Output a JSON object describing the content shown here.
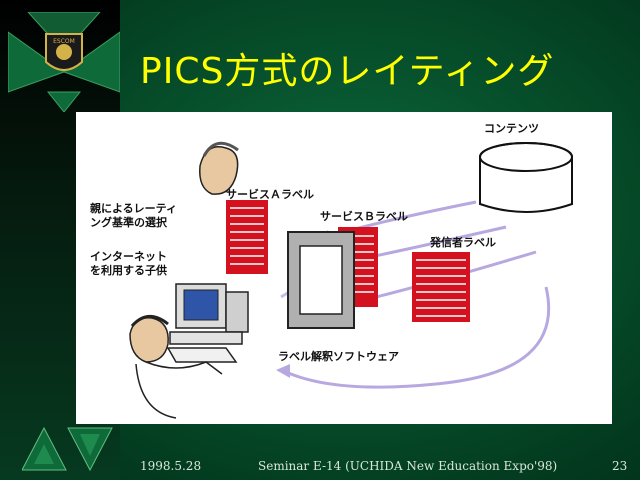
{
  "slide": {
    "title": "PICS方式のレイティング",
    "footer": {
      "date": "1998.5.28",
      "seminar": "Seminar E-14 (UCHIDA New Education Expo'98)",
      "page_number": "23"
    },
    "emblem_text": "ESCOM"
  },
  "diagram": {
    "labels": {
      "contents": "コンテンツ",
      "parent_choice": "親によるレーティ\nング基準の選択",
      "child_user": "インターネット\nを利用する子供",
      "service_a": "サービスＡラベル",
      "service_b": "サービスＢラベル",
      "sender": "発信者ラベル",
      "software": "ラベル解釈ソフトウェア"
    }
  },
  "colors": {
    "title": "#ffff00",
    "label_red": "#d4111f",
    "background_green": "#07522d"
  }
}
